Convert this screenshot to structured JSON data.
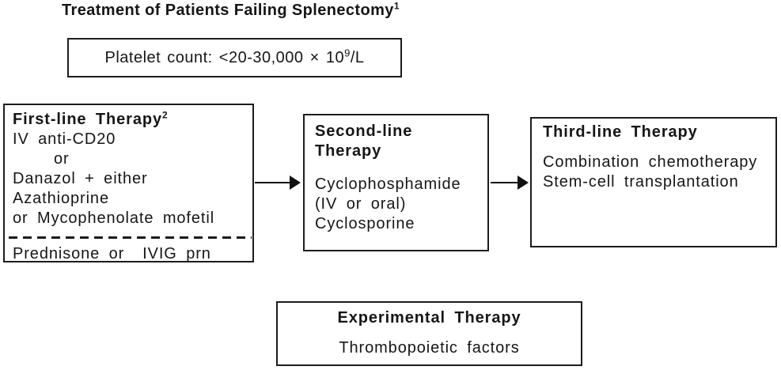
{
  "title": {
    "text": "Treatment of Patients Failing Splenectomy",
    "footnote_marker": "1"
  },
  "platelet_box": {
    "label": "Platelet count: <20-30,000 × 10",
    "exponent": "9",
    "unit": "/L"
  },
  "first_line_box": {
    "heading": "First-line Therapy",
    "footnote_marker": "2",
    "line1": "IV anti-CD20",
    "line2": "or",
    "line3": "Danazol + either Azathioprine",
    "line4": "or Mycophenolate mofetil",
    "footer": "Prednisone or  IVIG prn"
  },
  "second_line_box": {
    "heading": "Second-line\nTherapy",
    "line1": "Cyclophosphamide",
    "line2": "(IV or oral)",
    "line3": "Cyclosporine"
  },
  "third_line_box": {
    "heading": "Third-line Therapy",
    "line1": "Combination chemotherapy",
    "line2": "Stem-cell transplantation"
  },
  "experimental_box": {
    "heading": "Experimental Therapy",
    "line1": "Thrombopoietic factors"
  },
  "colors": {
    "ink": "#161616",
    "border": "#1c1c1c",
    "background": "#ffffff"
  }
}
